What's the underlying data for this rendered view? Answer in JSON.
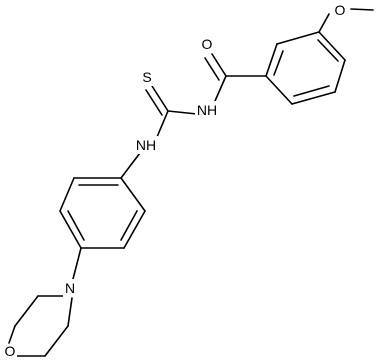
{
  "molecule": {
    "atoms": {
      "o_methoxy": "O",
      "o_carbonyl": "O",
      "s_thio": "S",
      "nh_amide": "NH",
      "nh_aryl": "NH",
      "n_morpholine": "N",
      "o_morpholine": "O"
    }
  }
}
